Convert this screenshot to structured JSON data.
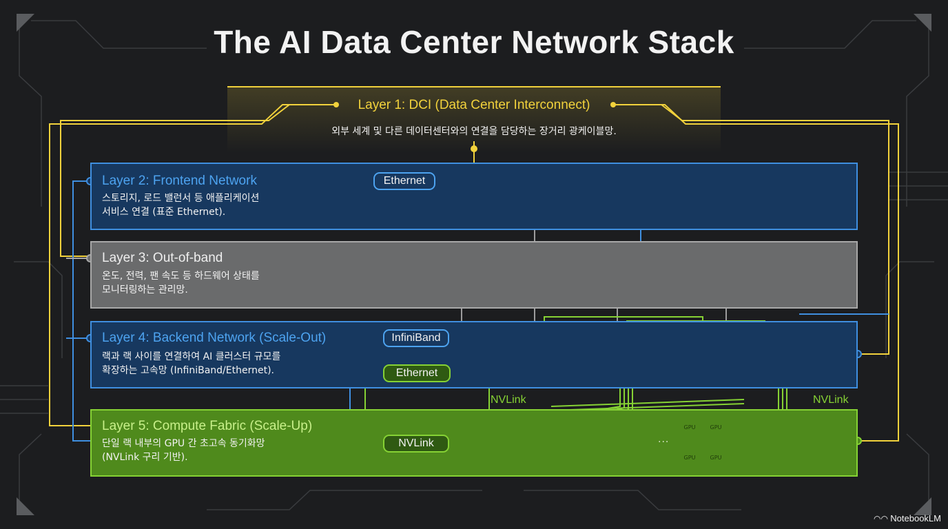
{
  "title": "The AI Data Center Network Stack",
  "colors": {
    "background": "#1c1d1f",
    "dci_yellow": "#f2d23c",
    "frontend_blue": "#3f8fe0",
    "oob_gray": "#a8a8a8",
    "compute_green": "#86d234"
  },
  "layers": [
    {
      "id": "layer1",
      "title": "Layer 1: DCI (Data Center Interconnect)",
      "description": "외부 세계 및 다른 데이터센터와의 연결을 담당하는 장거리 광케이블망."
    },
    {
      "id": "layer2",
      "title": "Layer 2: Frontend Network",
      "description_lines": [
        "스토리지, 로드 밸런서 등 애플리케이션",
        "서비스 연결 (표준 Ethernet)."
      ],
      "tag": "Ethernet"
    },
    {
      "id": "layer3",
      "title": "Layer 3: Out-of-band",
      "description_lines": [
        "온도, 전력, 팬 속도 등 하드웨어 상태를",
        "모니터링하는 관리망."
      ]
    },
    {
      "id": "layer4",
      "title": "Layer 4: Backend Network (Scale-Out)",
      "description_lines": [
        "랙과 랙 사이를 연결하여 AI 클러스터 규모를",
        "확장하는 고속망 (InfiniBand/Ethernet)."
      ],
      "tags": [
        "InfiniBand",
        "Ethernet"
      ]
    },
    {
      "id": "layer5",
      "title": "Layer 5: Compute Fabric (Scale-Up)",
      "description_lines": [
        "단일 랙 내부의 GPU 간 초고속 동기화망",
        "(NVLink 구리 기반)."
      ],
      "tag": "NVLink"
    }
  ],
  "nvlink_labels": [
    "NVLink",
    "NVLink"
  ],
  "gpu_chip_label": "GPU",
  "ellipsis": "...",
  "brand": "NotebookLM",
  "icons": [
    "switch-icon",
    "database-icon",
    "server-icon",
    "storage-array-icon",
    "gauge-icon",
    "chip-icon",
    "thermometer-icon",
    "rack-server-icon",
    "gpu-board-icon",
    "notebooklm-logo-icon"
  ]
}
